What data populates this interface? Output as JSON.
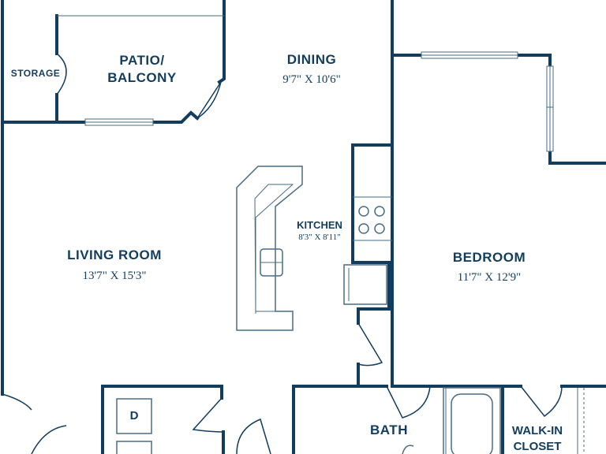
{
  "rooms": {
    "storage": {
      "name": "STORAGE"
    },
    "patio": {
      "name_line1": "PATIO/",
      "name_line2": "BALCONY"
    },
    "dining": {
      "name": "DINING",
      "dims": "9'7\" X 10'6\""
    },
    "kitchen": {
      "name": "KITCHEN",
      "dims": "8'3\" X 8'11\""
    },
    "living": {
      "name": "LIVING ROOM",
      "dims": "13'7\" X 15'3\""
    },
    "bedroom": {
      "name": "BEDROOM",
      "dims": "11'7\" X 12'9\""
    },
    "bath": {
      "name": "BATH"
    },
    "closet": {
      "name_line1": "WALK-IN",
      "name_line2": "CLOSET"
    }
  },
  "fixtures": {
    "dryer_label": "D"
  },
  "colors": {
    "wall": "#123d5e",
    "fixture": "#4a6b85"
  }
}
